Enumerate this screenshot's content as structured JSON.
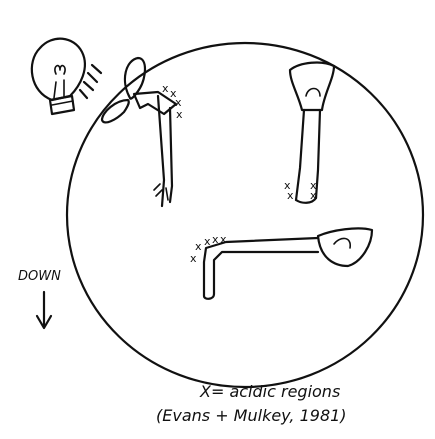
{
  "direction_label": "DOWN",
  "legend": {
    "line1": "X= acidic regions",
    "line2": "(Evans + Mulkey, 1981)"
  },
  "cross_mark": "x",
  "icons": {
    "light_source": "lightbulb-icon",
    "gravity": "down-arrow-icon"
  },
  "colors": {
    "ink": "#111111",
    "background": "#ffffff"
  }
}
